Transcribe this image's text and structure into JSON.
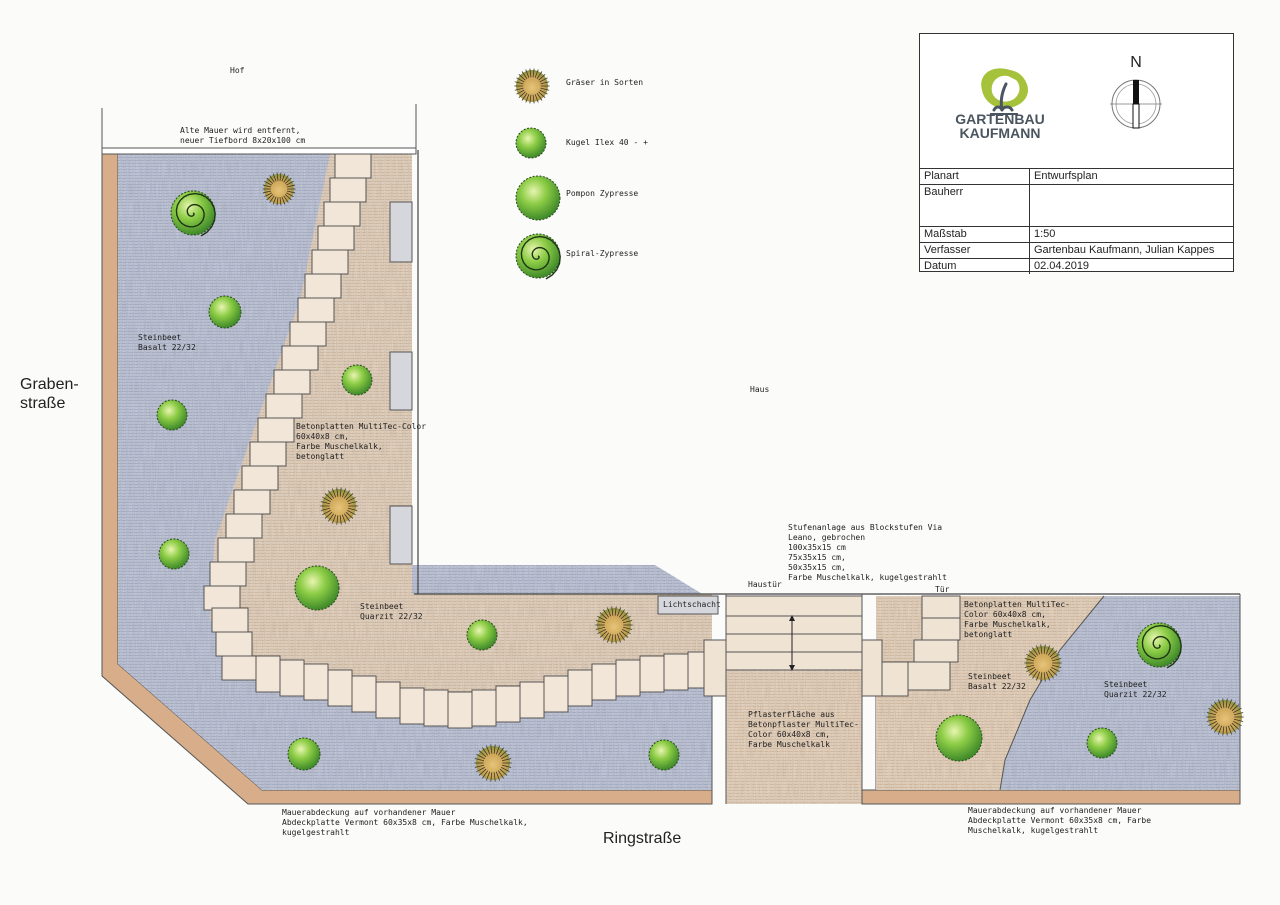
{
  "labels": {
    "hof": "Hof",
    "alte_mauer": "Alte Mauer wird entfernt,\nneuer Tiefbord 8x20x100 cm",
    "steinbeet_basalt_left": "Steinbeet\nBasalt 22/32",
    "betonplatten_left": "Betonplatten MultiTec-Color\n60x40x8 cm,\nFarbe Muschelkalk,\nbetonglatt",
    "steinbeet_quarzit_left": "Steinbeet\nQuarzit 22/32",
    "haus": "Haus",
    "stufenanlage": "Stufenanlage aus Blockstufen Via\nLeano, gebrochen\n100x35x15 cm\n75x35x15 cm,\n50x35x15 cm,\nFarbe Muschelkalk, kugelgestrahlt",
    "haustuer": "Haustür",
    "tuer": "Tür",
    "lichtschacht": "Lichtschacht",
    "betonplatten_right": "Betonplatten MultiTec-\nColor 60x40x8 cm,\nFarbe Muschelkalk,\nbetonglatt",
    "steinbeet_basalt_right": "Steinbeet\nBasalt 22/32",
    "steinbeet_quarzit_right": "Steinbeet\nQuarzit 22/32",
    "pflasterflaeche": "Pflasterfläche aus\nBetonpflaster MultiTec-\nColor 60x40x8 cm,\nFarbe Muschelkalk",
    "mauerabdeckung_left": "Mauerabdeckung auf vorhandener Mauer\nAbdeckplatte Vermont 60x35x8 cm, Farbe Muschelkalk,\nkugelgestrahlt",
    "mauerabdeckung_right": "Mauerabdeckung auf vorhandener Mauer\nAbdeckplatte Vermont 60x35x8 cm, Farbe\nMuschelkalk, kugelgestrahlt",
    "grabenstrasse": "Graben-\nstraße",
    "ringstrasse": "Ringstraße"
  },
  "legend": [
    {
      "label": "Gräser in Sorten",
      "icon": "grass-plant-icon"
    },
    {
      "label": "Kugel Ilex  40 - +",
      "icon": "ilex-ball-icon"
    },
    {
      "label": "Pompon Zypresse",
      "icon": "pompon-cypress-icon"
    },
    {
      "label": "Spiral-Zypresse",
      "icon": "spiral-cypress-icon"
    }
  ],
  "titleblock": {
    "company_name": "GARTENBAU\nKAUFMANN",
    "north_letter": "N",
    "rows": [
      {
        "key": "Planart",
        "value": "Entwurfsplan"
      },
      {
        "key": "Bauherr",
        "value": ""
      },
      {
        "key": "Maßstab",
        "value": "1:50"
      },
      {
        "key": "Verfasser",
        "value": "Gartenbau Kaufmann, Julian Kappes"
      },
      {
        "key": "Datum",
        "value": "02.04.2019"
      }
    ]
  },
  "colors": {
    "basalt_bed": "#b9bfd0",
    "quartzite_bed": "#c9cfe0",
    "paving": "#e7d3bd",
    "wall_cap": "#d9b28f",
    "grass_yellow": "#d9b463",
    "green": "#6fbf3a",
    "outline": "#4a4a4a"
  }
}
